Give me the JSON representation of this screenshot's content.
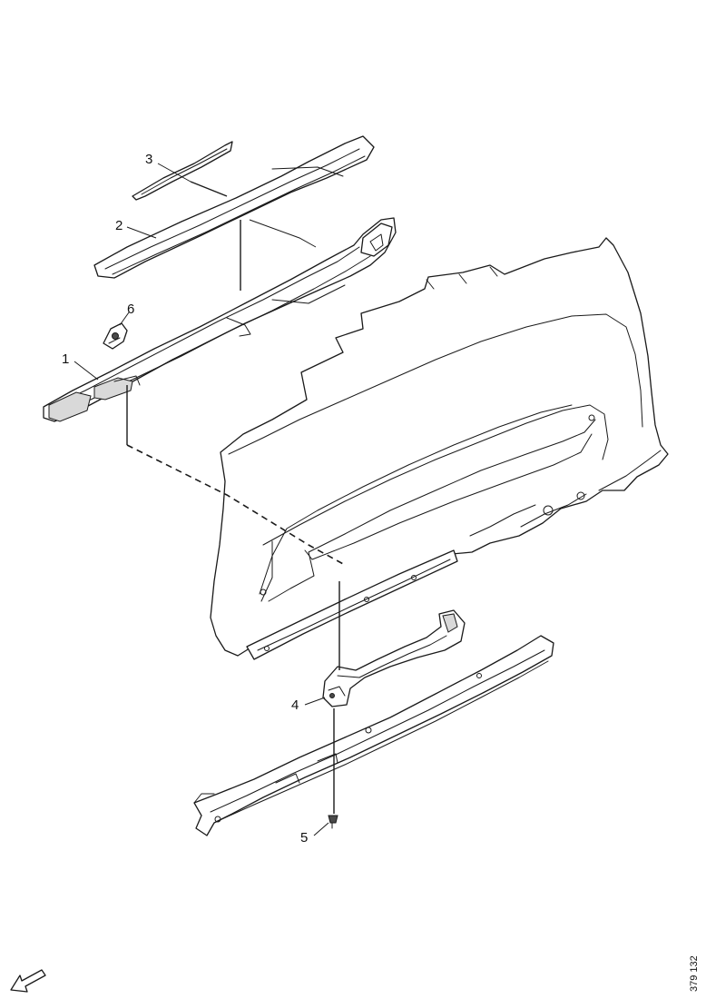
{
  "callouts": [
    "1",
    "2",
    "3",
    "4",
    "5",
    "6"
  ],
  "drawing_reference": "379 132",
  "icons": {
    "orientation": "orientation-arrow-icon"
  }
}
